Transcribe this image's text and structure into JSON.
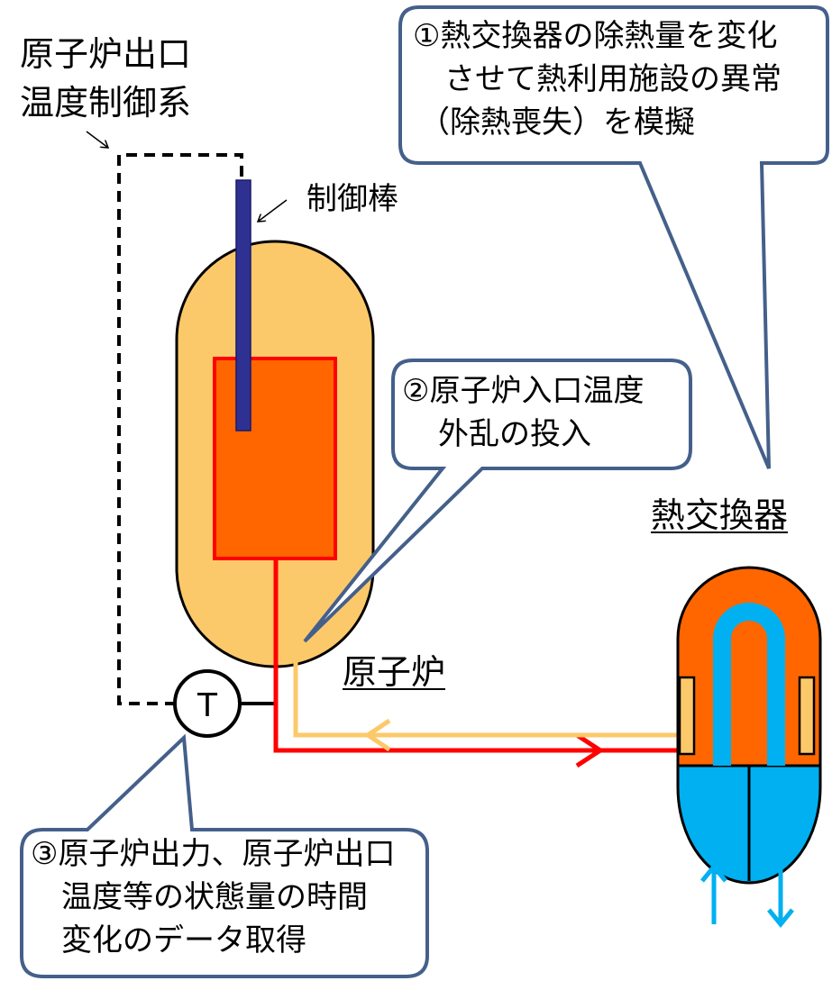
{
  "labels": {
    "outlet_temp_control_line1": "原子炉出口",
    "outlet_temp_control_line2": "温度制御系",
    "control_rod": "制御棒",
    "reactor": "原子炉",
    "heat_exchanger": "熱交換器",
    "thermometer": "T"
  },
  "callouts": {
    "c1": {
      "line1": "①熱交換器の除熱量を変化",
      "line2": "させて熱利用施設の異常",
      "line3": "（除熱喪失）を模擬"
    },
    "c2": {
      "line1": "②原子炉入口温度",
      "line2": "外乱の投入"
    },
    "c3": {
      "line1": "③原子炉出力、原子炉出口",
      "line2": "温度等の状態量の時間",
      "line3": "変化のデータ取得"
    }
  },
  "colors": {
    "vessel": "#FCC96A",
    "core": "#FF6600",
    "hot_line": "#FF0000",
    "cold_line": "#FCC96A",
    "control_rod": "#2E3192",
    "coolant": "#00B0F0",
    "callout_border": "#44608A"
  }
}
